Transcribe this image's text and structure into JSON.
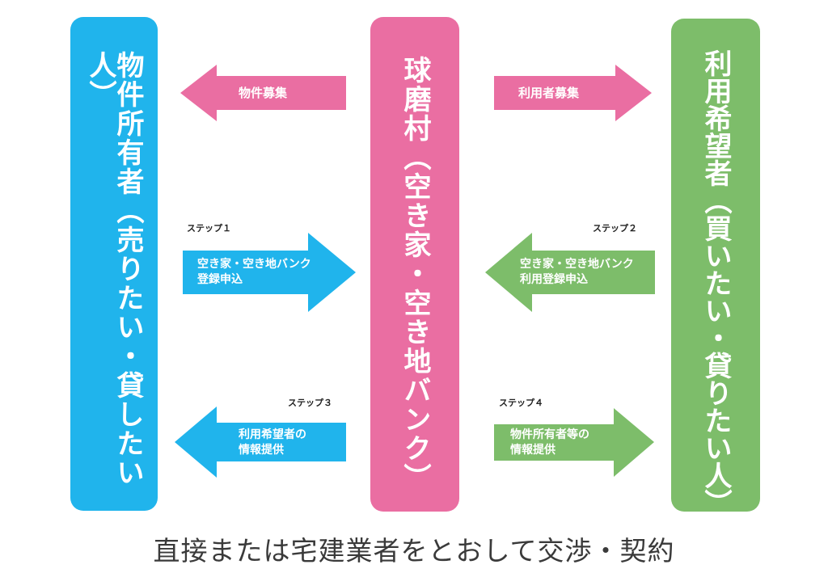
{
  "colors": {
    "owner_blue": "#20b4ec",
    "village_pink": "#ea6ea2",
    "user_green": "#7dbd6a",
    "text_dark": "#3a3a3a"
  },
  "columns": {
    "owner": "物件所有者（売りたい・貸したい人）",
    "village": "球磨村（空き家・空き地バンク）",
    "user": "利用希望者（買いたい・貸りたい人）"
  },
  "arrows": {
    "property_recruit": {
      "label": "物件募集",
      "direction": "left"
    },
    "user_recruit": {
      "label": "利用者募集",
      "direction": "right"
    },
    "step1": {
      "step": "ステップ１",
      "line1": "空き家・空き地バンク",
      "line2": "登録申込",
      "direction": "right"
    },
    "step2": {
      "step": "ステップ２",
      "line1": "空き家・空き地バンク",
      "line2": "利用登録申込",
      "direction": "left"
    },
    "step3": {
      "step": "ステップ３",
      "line1": "利用希望者の",
      "line2": "情報提供",
      "direction": "left"
    },
    "step4": {
      "step": "ステップ４",
      "line1": "物件所有者等の",
      "line2": "情報提供",
      "direction": "right"
    }
  },
  "footer": "直接または宅建業者をとおして交渉・契約"
}
